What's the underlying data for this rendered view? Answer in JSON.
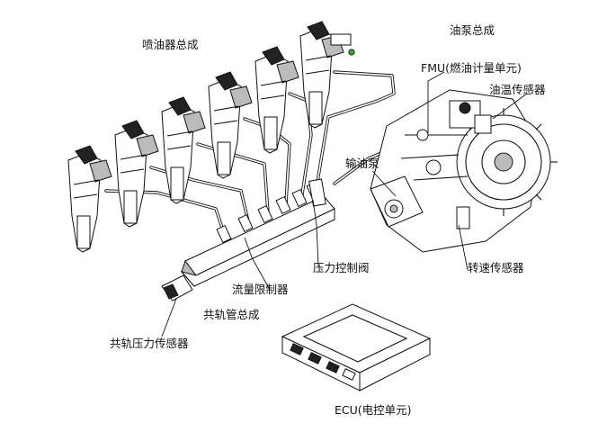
{
  "labels": {
    "injector_assembly": "喷油器总成",
    "oil_pump_assembly": "油泵总成",
    "fmu": "FMU(燃油计量单元)",
    "oil_temp_sensor": "油温传感器",
    "fuel_delivery_pump": "输油泵",
    "pressure_control_valve": "压力控制阀",
    "speed_sensor": "转速传感器",
    "flow_limiter": "流量限制器",
    "common_rail_assembly": "共轨管总成",
    "rail_pressure_sensor": "共轨压力传感器",
    "ecu": "ECU(电控单元)"
  }
}
